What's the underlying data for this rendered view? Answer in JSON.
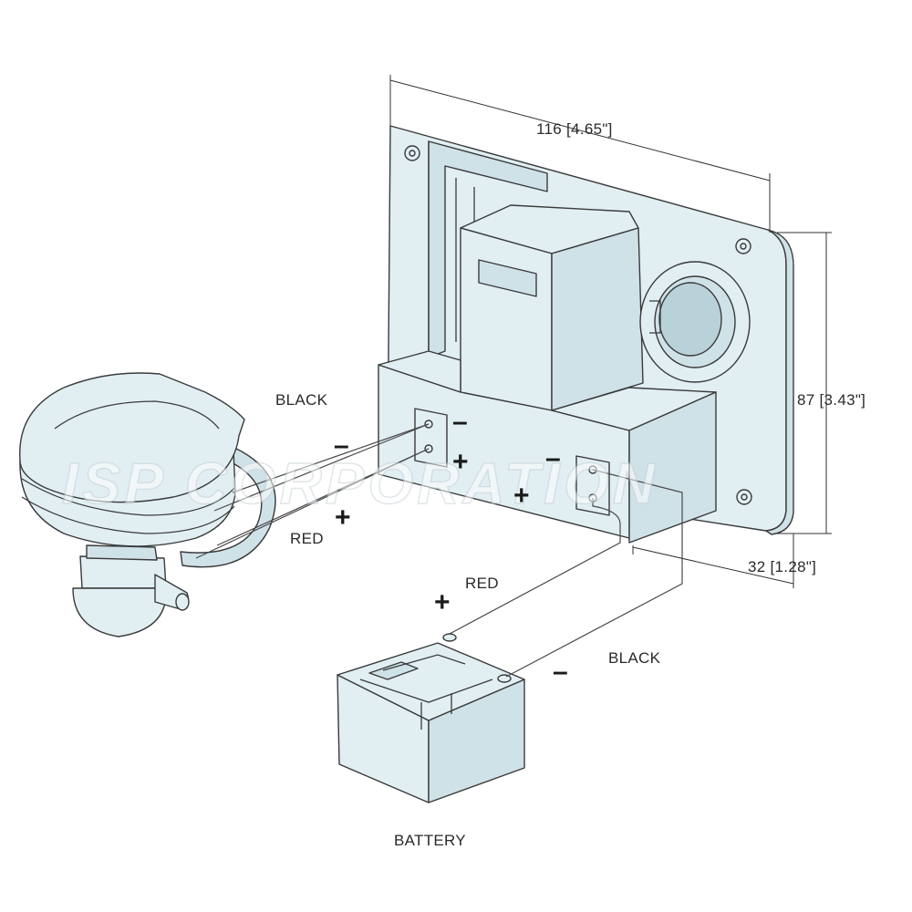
{
  "labels": {
    "dim_width": "116 [4.65\"]",
    "dim_height": "87 [3.43\"]",
    "dim_depth": "32 [1.28\"]",
    "toilet_black": "BLACK",
    "toilet_red": "RED",
    "battery_red": "RED",
    "battery_black": "BLACK",
    "battery": "BATTERY"
  },
  "signs": {
    "toilet_neg": "–",
    "toilet_pos": "+",
    "switch_left_neg": "–",
    "switch_left_pos": "+",
    "switch_right_neg": "–",
    "switch_right_pos": "+",
    "battery_pos": "+",
    "battery_neg": "–"
  },
  "watermark": "ISP CORPORATION"
}
